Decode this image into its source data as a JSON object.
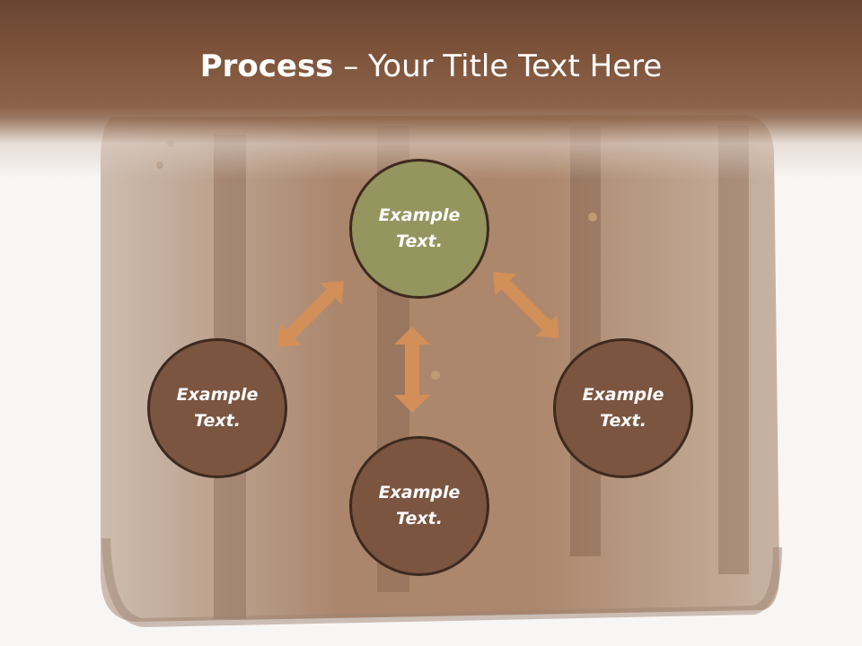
{
  "title": {
    "bold": "Process",
    "rest": " – Your Title Text Here"
  },
  "nodes": {
    "top": "Example\nText.",
    "left": "Example\nText.",
    "bottom": "Example\nText.",
    "right": "Example\nText."
  },
  "colors": {
    "header": "#7d533a",
    "top_node": "#95955f",
    "brown_node": "#7b5540",
    "node_border": "#3d2a1e",
    "arrow": "#d38f58"
  }
}
